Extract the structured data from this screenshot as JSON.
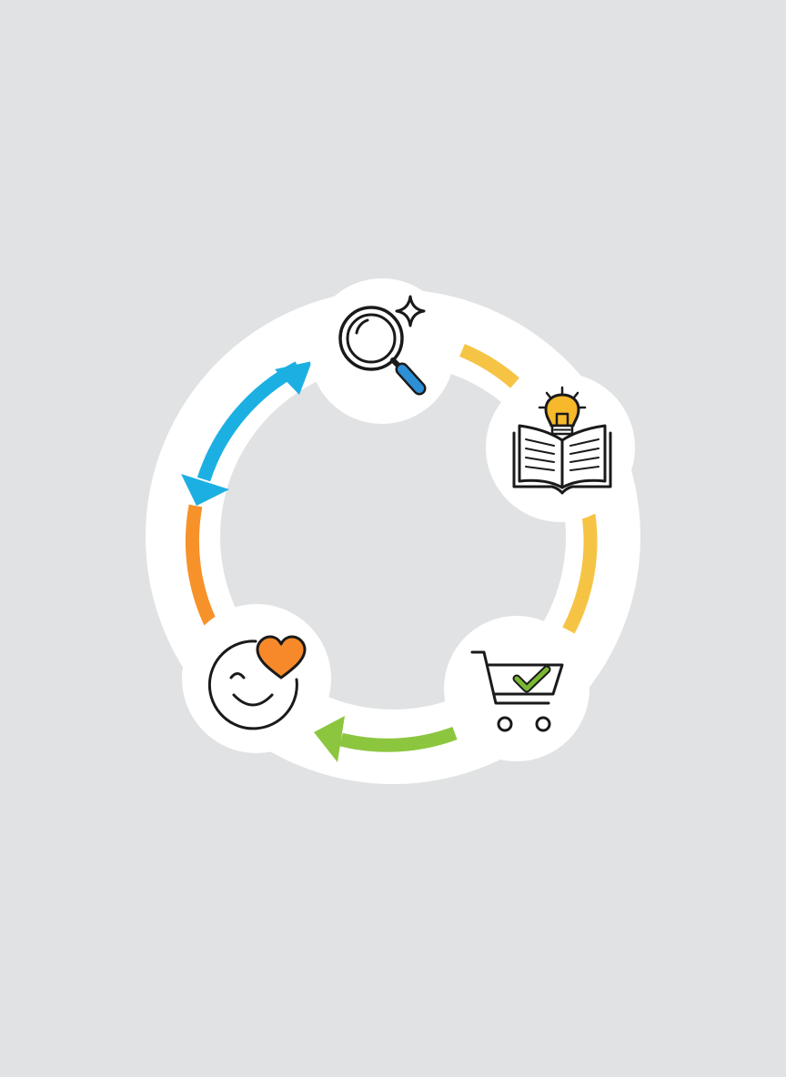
{
  "colors": {
    "background": "#e1e2e3",
    "ring_background": "#ffffff",
    "discover_to_learn": "#f6c445",
    "learn_to_purchase": "#f6c445",
    "purchase_to_satisfaction": "#8cc63f",
    "satisfaction_to_discover_lower": "#f7922a",
    "satisfaction_to_discover_upper": "#1cb0e2",
    "icon_outline": "#1a1a1a",
    "magnifier_handle": "#2d8fd6",
    "lightbulb": "#f6b92b",
    "checkmark": "#7ab833",
    "heart": "#f7892a"
  },
  "stages": [
    {
      "id": "discover",
      "icon": "magnifying-glass-sparkle-icon"
    },
    {
      "id": "learn",
      "icon": "open-book-lightbulb-icon"
    },
    {
      "id": "purchase",
      "icon": "shopping-cart-checkmark-icon"
    },
    {
      "id": "satisfaction",
      "icon": "smiley-heart-icon"
    }
  ],
  "connectors": [
    {
      "from": "discover",
      "to": "learn",
      "arrowheads": 0
    },
    {
      "from": "learn",
      "to": "purchase",
      "arrowheads": 0
    },
    {
      "from": "purchase",
      "to": "satisfaction",
      "arrowheads": 1
    },
    {
      "from": "satisfaction",
      "to": "discover",
      "arrowheads": 2
    }
  ]
}
